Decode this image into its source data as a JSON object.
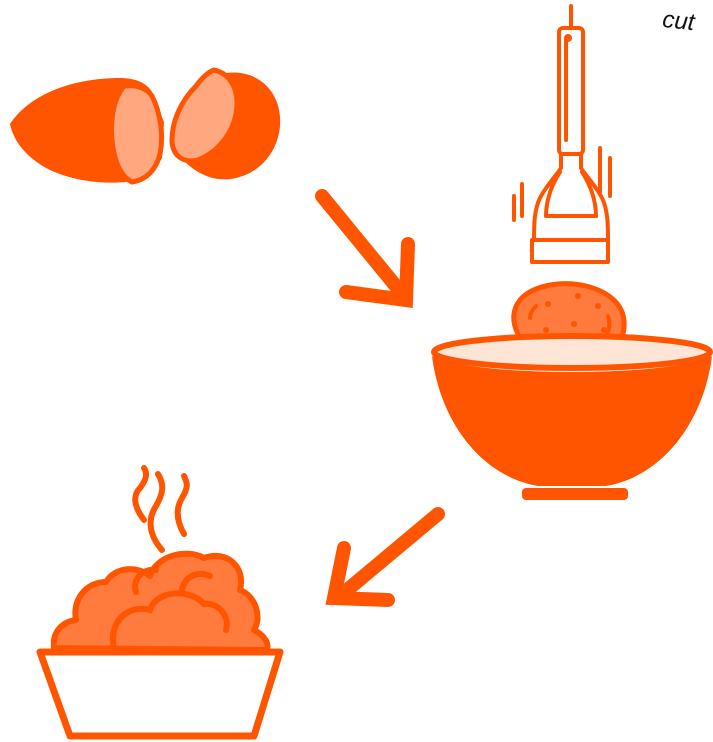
{
  "label_cut": "cut",
  "colors": {
    "primary": "#ff5500",
    "light_flesh": "#ffa77e",
    "bowl_rim_fill": "#ffe5d6",
    "mash_fill": "#ff7a3d",
    "background": "#ffffff"
  },
  "steps": [
    {
      "name": "sweet-potato-halves",
      "icon": "sweet-potato-icon"
    },
    {
      "name": "potato-masher",
      "icon": "masher-icon"
    },
    {
      "name": "mixing-bowl-with-potato",
      "icon": "bowl-icon"
    },
    {
      "name": "steaming-mashed-potato-dish",
      "icon": "mash-dish-icon"
    }
  ],
  "arrows": [
    "down-right-arrow",
    "down-left-arrow"
  ]
}
